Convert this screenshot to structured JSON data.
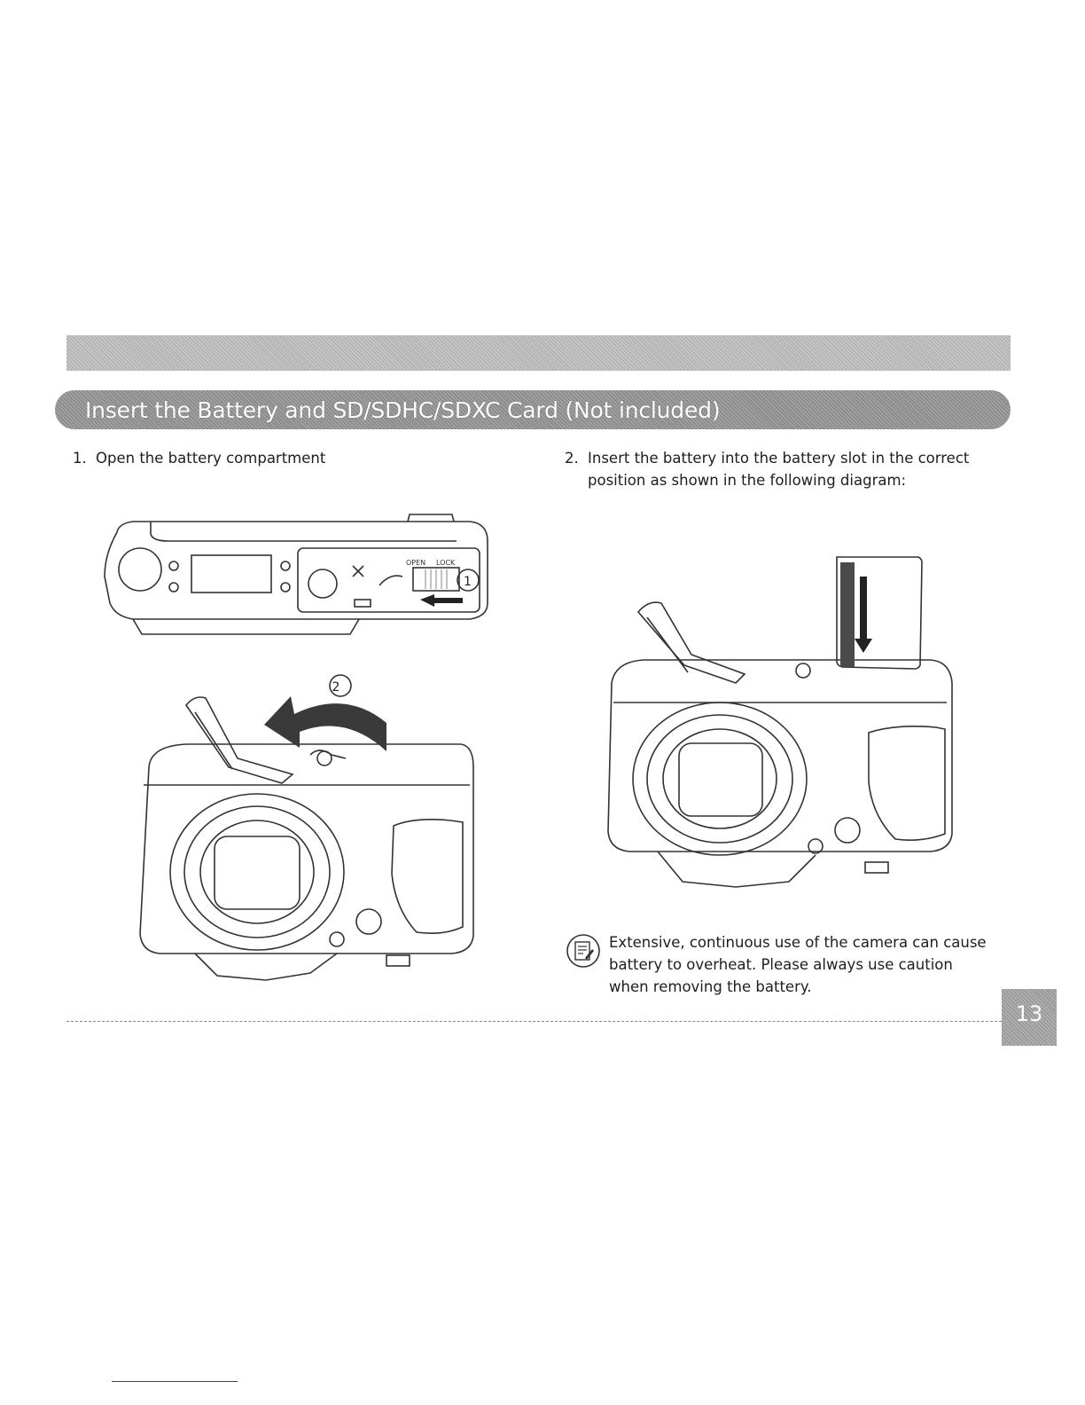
{
  "header": {
    "title": "Insert the Battery and SD/SDHC/SDXC Card (Not included)"
  },
  "steps": [
    {
      "number": "1.",
      "text": "Open the battery compartment"
    },
    {
      "number": "2.",
      "text": "Insert the battery into the battery slot in the correct position as shown in the following diagram:"
    }
  ],
  "figure1": {
    "open_label": "OPEN",
    "lock_label": "LOCK",
    "callout_1": "1",
    "callout_2": "2"
  },
  "note": {
    "icon": "note-icon",
    "text": "Extensive, continuous use of the camera can cause battery to overheat. Please always use caution when removing the battery."
  },
  "footer": {
    "page_number": "13"
  }
}
